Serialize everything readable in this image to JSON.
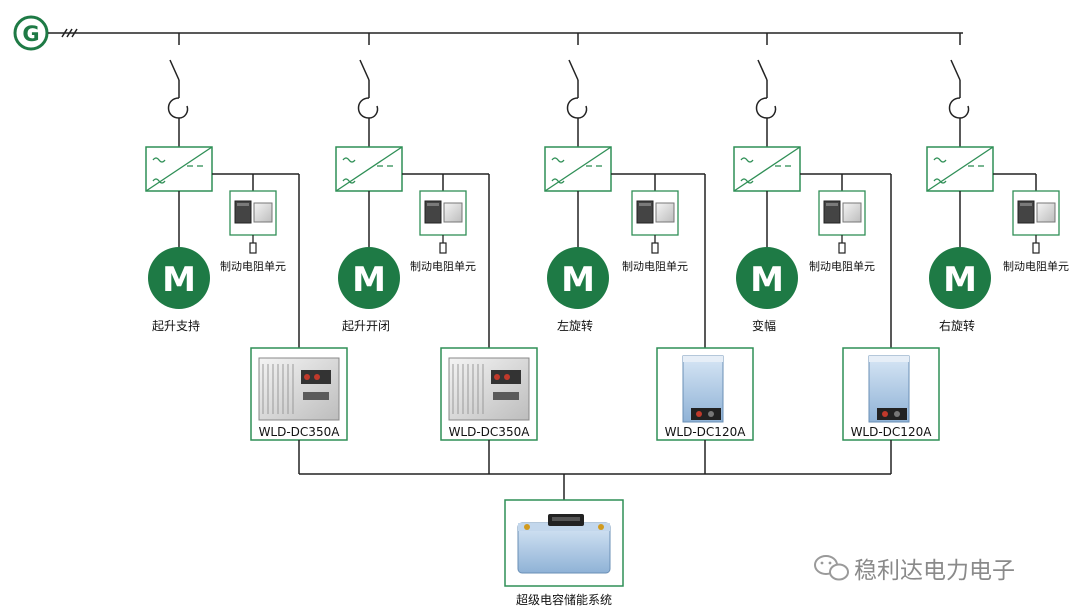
{
  "generator": {
    "letter": "G"
  },
  "branches": [
    {
      "motor_letter": "M",
      "motor_label": "起升支持",
      "brake_label": "制动电阻单元"
    },
    {
      "motor_letter": "M",
      "motor_label": "起升开闭",
      "brake_label": "制动电阻单元"
    },
    {
      "motor_letter": "M",
      "motor_label": "左旋转",
      "brake_label": "制动电阻单元"
    },
    {
      "motor_letter": "M",
      "motor_label": "变幅",
      "brake_label": "制动电阻单元"
    },
    {
      "motor_letter": "M",
      "motor_label": "右旋转",
      "brake_label": "制动电阻单元"
    }
  ],
  "dc_units": [
    {
      "model": "WLD-DC350A"
    },
    {
      "model": "WLD-DC350A"
    },
    {
      "model": "WLD-DC120A"
    },
    {
      "model": "WLD-DC120A"
    }
  ],
  "storage": {
    "label": "超级电容储能系统"
  },
  "watermark": {
    "text": "稳利达电力电子"
  },
  "colors": {
    "green": "#1e7a45",
    "frame": "#2f8f56",
    "line": "#222222"
  }
}
